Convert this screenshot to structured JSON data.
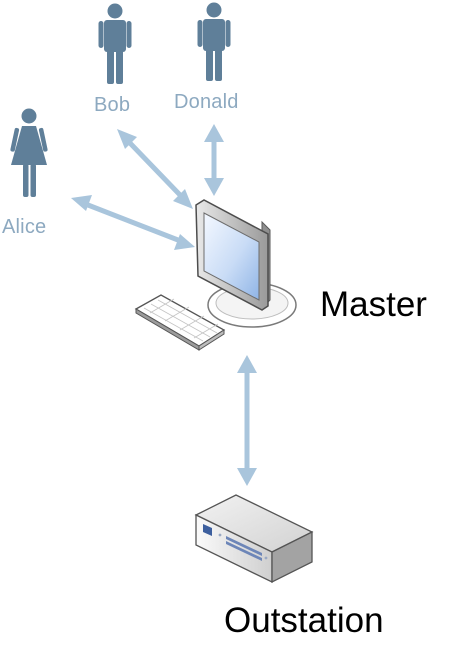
{
  "people": {
    "bob": "Bob",
    "donald": "Donald",
    "alice": "Alice"
  },
  "nodes": {
    "master": "Master",
    "outstation": "Outstation"
  },
  "colors": {
    "person_figure": "#5f7f99",
    "person_label": "#8da9c0",
    "arrow": "#a9c5dc",
    "node_label": "#000000"
  },
  "icons": [
    "person-male-icon",
    "person-female-icon",
    "computer-monitor-icon",
    "keyboard-icon",
    "rack-device-icon"
  ]
}
